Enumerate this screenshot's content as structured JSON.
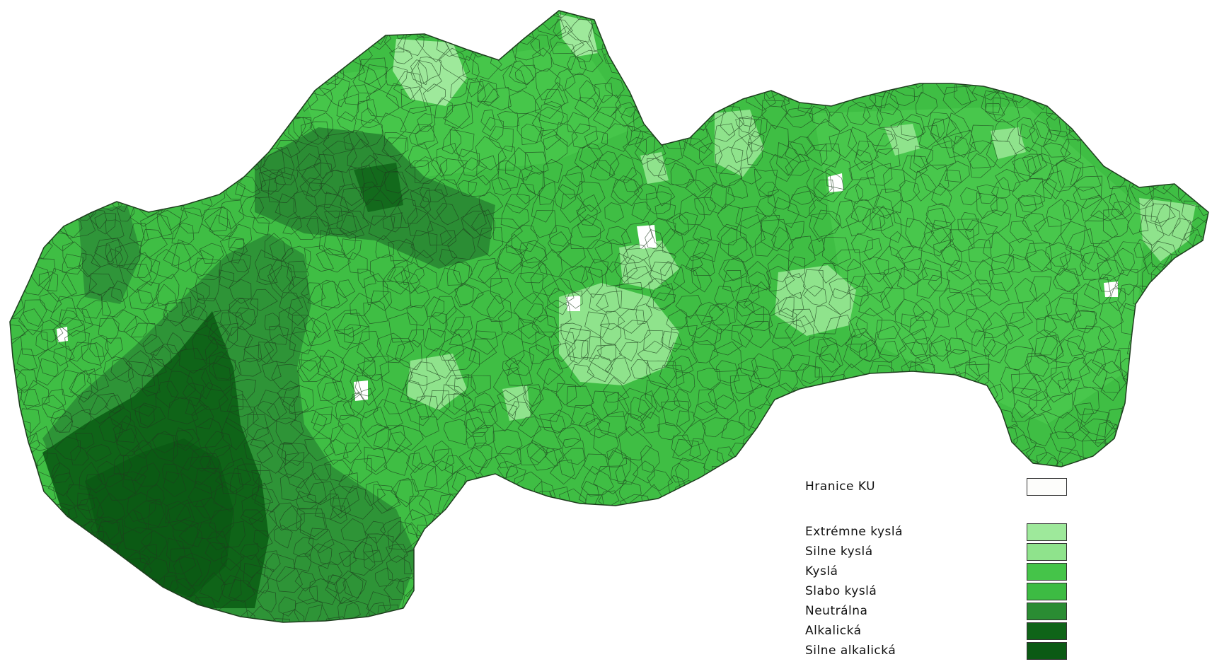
{
  "colors": {
    "background": "#ffffff",
    "boundary_line": "#1e3d1e",
    "extremne_kysla": "#9ee99b",
    "silne_kysla": "#8fe38c",
    "kysla": "#45c449",
    "slabo_kysla": "#3dbb43",
    "neutralna": "#2a8c33",
    "alkalicka": "#0f6418",
    "silne_alkalicka": "#0b5a14",
    "hranice_ku": "#ffffff"
  },
  "legend": {
    "items": [
      {
        "label": "Hranice KU",
        "color": "#fdfdfb"
      },
      {
        "label": "Extrémne kyslá",
        "color": "#9ee99b"
      },
      {
        "label": "Silne kyslá",
        "color": "#8fe38c"
      },
      {
        "label": "Kyslá",
        "color": "#45c449"
      },
      {
        "label": "Slabo kyslá",
        "color": "#3dbb43"
      },
      {
        "label": "Neutrálna",
        "color": "#2a8c33"
      },
      {
        "label": "Alkalická",
        "color": "#0f6418"
      },
      {
        "label": "Silne alkalická",
        "color": "#0b5a14"
      }
    ]
  }
}
